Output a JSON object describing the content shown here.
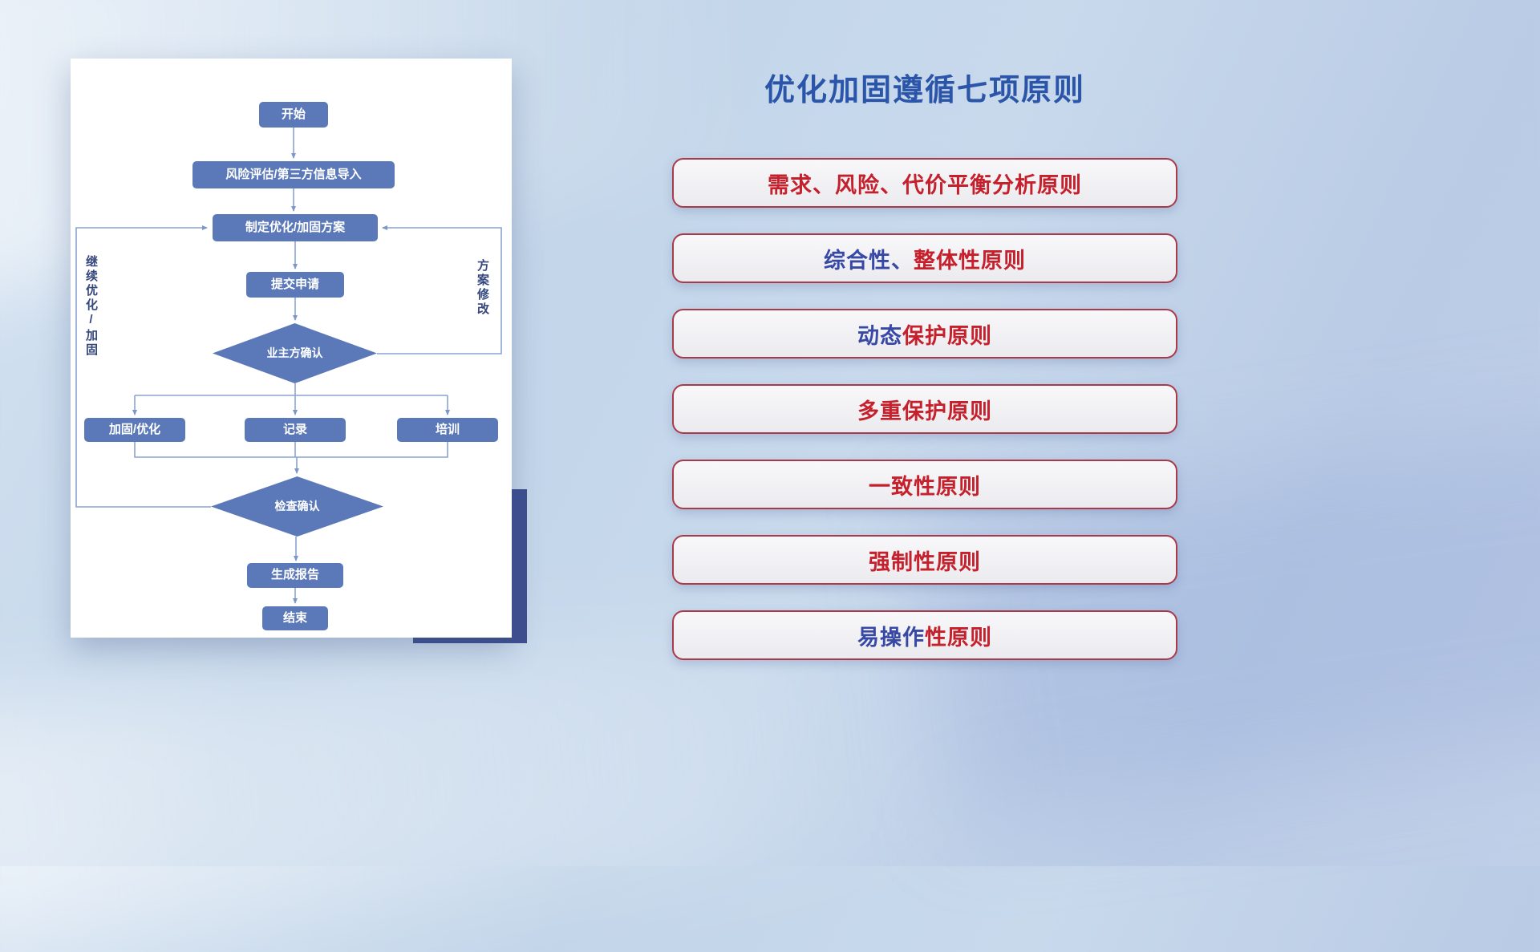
{
  "page": {
    "title": "优化加固遵循七项原则"
  },
  "flowchart": {
    "nodes": {
      "start": "开始",
      "risk_import": "风险评估/第三方信息导入",
      "make_plan": "制定优化/加固方案",
      "submit": "提交申请",
      "owner_confirm": "业主方确认",
      "reinforce": "加固/优化",
      "record": "记录",
      "train": "培训",
      "check_confirm": "检查确认",
      "report": "生成报告",
      "end": "结束"
    },
    "loop_labels": {
      "left": "继续优化/加固",
      "right": "方案修改"
    }
  },
  "principles": [
    {
      "blue": "",
      "red": "需求、风险、代价平衡分析原则"
    },
    {
      "blue": "综合性、",
      "red": "整体性原则"
    },
    {
      "blue": "动态",
      "red": "保护原则"
    },
    {
      "blue": "",
      "red": "多重保护原则"
    },
    {
      "blue": "",
      "red": "一致性原则"
    },
    {
      "blue": "",
      "red": "强制性原则"
    },
    {
      "blue": "易操作",
      "red": "性原则"
    }
  ],
  "colors": {
    "accent_red": "#c5202b",
    "accent_blue": "#3748a5",
    "title_blue": "#2b55a8",
    "node_blue": "#5b79b8",
    "connector_blue": "#8aa3d4",
    "accent_square_blue": "#3e4e90"
  }
}
